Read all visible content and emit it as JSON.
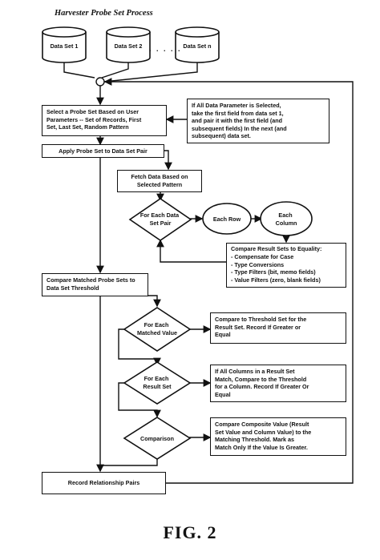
{
  "title": "Harvester Probe Set Process",
  "datasets": [
    "Data Set 1",
    "Data Set 2",
    "Data Set n"
  ],
  "ellipsis": ". . . . .",
  "boxes": {
    "select_probe": "Select a Probe Set Based on User\nParameters -- Set of Records, First\nSet, Last Set, Random Pattern",
    "all_data_note": "If All Data Parameter is Selected,\ntake the first field from data set 1,\nand pair it with the first field (and\nsubsequent fields) In the next (and\nsubsequent) data set.",
    "apply_probe": "Apply Probe Set to Data Set Pair",
    "fetch_data": "Fetch Data Based on\nSelected Pattern",
    "compare_equality": "Compare Result Sets to Equality:\n- Compensate for Case\n- Type Conversions\n- Type Filters (bit, memo fields)\n- Value Filters (zero, blank fields)",
    "compare_matched": "Compare Matched Probe Sets to\nData Set Threshold",
    "threshold_set": "Compare to Threshold Set for the\nResult Set.  Record If Greater or\nEqual",
    "all_columns": "If All Columns in a Result Set\nMatch, Compare to the Threshold\nfor a Column.  Record If Greater Or\nEqual",
    "composite": "Compare Composite Value (Result\nSet Value and Column Value) to the\nMatching Threshold.  Mark as\nMatch Only If the Value Is Greater.",
    "record_pairs": "Record Relationship Pairs"
  },
  "decisions": {
    "each_pair": [
      "For Each Data",
      "Set Pair"
    ],
    "each_row": [
      "Each Row"
    ],
    "each_column": [
      "Each",
      "Column"
    ],
    "matched_value": [
      "For Each",
      "Matched Value"
    ],
    "result_set": [
      "For Each",
      "Result Set"
    ],
    "comparison": [
      "Comparison"
    ]
  },
  "figure_label": "FIG. 2"
}
